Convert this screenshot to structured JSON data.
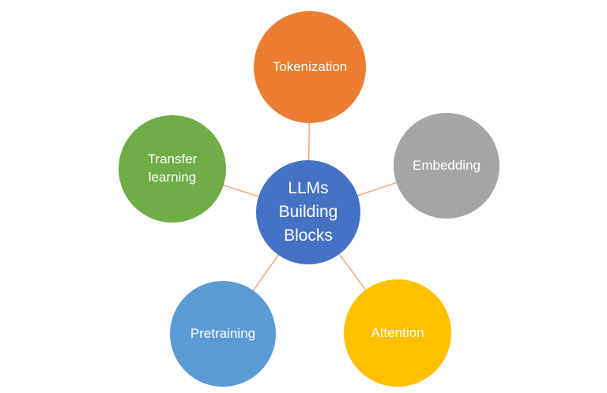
{
  "diagram": {
    "background": "#FFFFFF",
    "connector_color": "#F2A578",
    "center": {
      "label": "LLMs Building Blocks",
      "color": "#4472C4"
    },
    "nodes": [
      {
        "label": "Tokenization",
        "color": "#ED7D31"
      },
      {
        "label": "Embedding",
        "color": "#A5A5A5"
      },
      {
        "label": "Attention",
        "color": "#FFC000"
      },
      {
        "label": "Pretraining",
        "color": "#5B9BD5"
      },
      {
        "label": "Transfer learning",
        "color": "#70AD47"
      }
    ]
  }
}
